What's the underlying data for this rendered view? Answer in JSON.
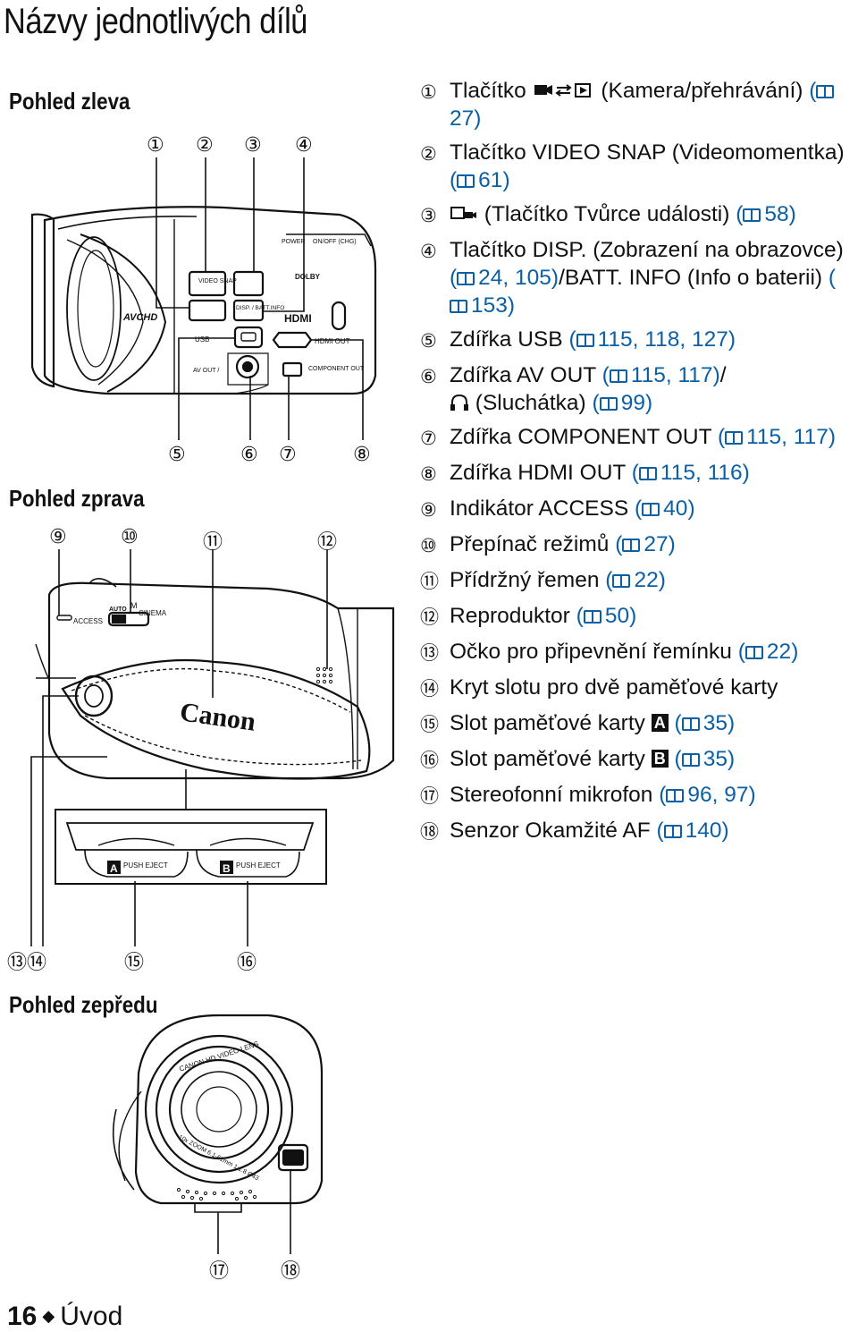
{
  "page_title": "Názvy jednotlivých dílů",
  "sections": {
    "left": "Pohled zleva",
    "right": "Pohled zprava",
    "front": "Pohled zepředu"
  },
  "callouts": [
    "①",
    "②",
    "③",
    "④",
    "⑤",
    "⑥",
    "⑦",
    "⑧",
    "⑨",
    "⑩",
    "⑪",
    "⑫",
    "⑬⑭",
    "⑮",
    "⑯",
    "⑰",
    "⑱"
  ],
  "camera_labels": {
    "video_snap": "VIDEO SNAP",
    "disp": "DISP. / BATT.INFO",
    "avchd": "AVCHD",
    "usb": "USB",
    "hdmi_out": "HDMI OUT",
    "hdmi_logo": "HDMI",
    "av_out": "AV OUT /",
    "component_out": "COMPONENT OUT",
    "power": "POWER",
    "on_off": "ON/OFF (CHG)",
    "dolby": "DOLBY",
    "access": "ACCESS",
    "auto": "AUTO",
    "m": "M",
    "cinema": "CINEMA",
    "canon": "Canon",
    "push_eject_a": "PUSH EJECT",
    "push_eject_b": "PUSH EJECT",
    "slot_a": "A",
    "slot_b": "B",
    "lens_top": "CANON HD VIDEO LENS",
    "lens_bottom": "10x ZOOM 6.1-61mm 1:1.8 Ø43"
  },
  "legend": [
    {
      "n": "①",
      "text": "Tlačítko ",
      "icon": "camera-playback-icon",
      "text2": " (Kamera/přehrávání)",
      "refs": "27"
    },
    {
      "n": "②",
      "text": "Tlačítko VIDEO SNAP (Videomomentka)",
      "refs": "61"
    },
    {
      "n": "③",
      "text": "",
      "icon": "story-creator-icon",
      "text2": " (Tlačítko Tvůrce události)",
      "refs": "58"
    },
    {
      "n": "④",
      "text": "Tlačítko DISP. (Zobrazení na obrazovce)",
      "refs": "24, 105",
      "text3": "/BATT. INFO (Info o baterii)",
      "refs2": "153"
    },
    {
      "n": "⑤",
      "text": "Zdířka USB",
      "refs": "115, 118, 127"
    },
    {
      "n": "⑥",
      "text": "Zdířka AV OUT",
      "refs": "115, 117",
      "text3": "/",
      "text4": " (Sluchátka)",
      "refs2": "99"
    },
    {
      "n": "⑦",
      "text": "Zdířka COMPONENT OUT",
      "refs": "115, 117"
    },
    {
      "n": "⑧",
      "text": "Zdířka HDMI OUT",
      "refs": "115, 116"
    },
    {
      "n": "⑨",
      "text": "Indikátor ACCESS",
      "refs": "40"
    },
    {
      "n": "⑩",
      "text": "Přepínač režimů",
      "refs": "27"
    },
    {
      "n": "⑪",
      "text": "Přídržný řemen",
      "refs": "22"
    },
    {
      "n": "⑫",
      "text": "Reproduktor",
      "refs": "50"
    },
    {
      "n": "⑬",
      "text": "Očko pro připevnění řemínku",
      "refs": "22"
    },
    {
      "n": "⑭",
      "text": "Kryt slotu pro dvě paměťové karty"
    },
    {
      "n": "⑮",
      "text": "Slot paměťové karty ",
      "badge": "A",
      "text2": " ",
      "refs": "35"
    },
    {
      "n": "⑯",
      "text": "Slot paměťové karty ",
      "badge": "B",
      "text2": " ",
      "refs": "35"
    },
    {
      "n": "⑰",
      "text": "Stereofonní mikrofon",
      "refs": "96, 97"
    },
    {
      "n": "⑱",
      "text": "Senzor Okamžité AF",
      "refs": "140"
    }
  ],
  "footer": {
    "page": "16",
    "section": "Úvod"
  },
  "colors": {
    "link": "#0b5fa5",
    "text": "#111111"
  }
}
